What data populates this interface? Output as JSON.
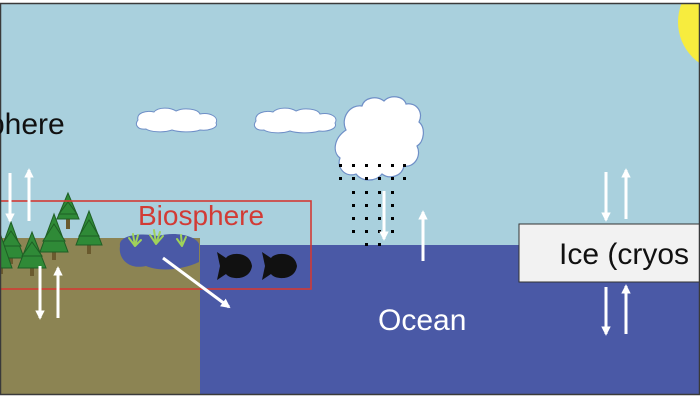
{
  "labels": {
    "atmosphere": "phere",
    "biosphere": "Biosphere",
    "ocean": "Ocean",
    "ice": "Ice (cryos"
  },
  "colors": {
    "sky": "#a9d0dd",
    "land": "#8c8453",
    "ocean": "#4a59a6",
    "sun": "#f7ec3e",
    "biosphere_box": "#d23b35",
    "ice_box": "#f2f2f2",
    "fish": "#111111",
    "tree": "#2f8a37",
    "arrow": "#ffffff"
  }
}
